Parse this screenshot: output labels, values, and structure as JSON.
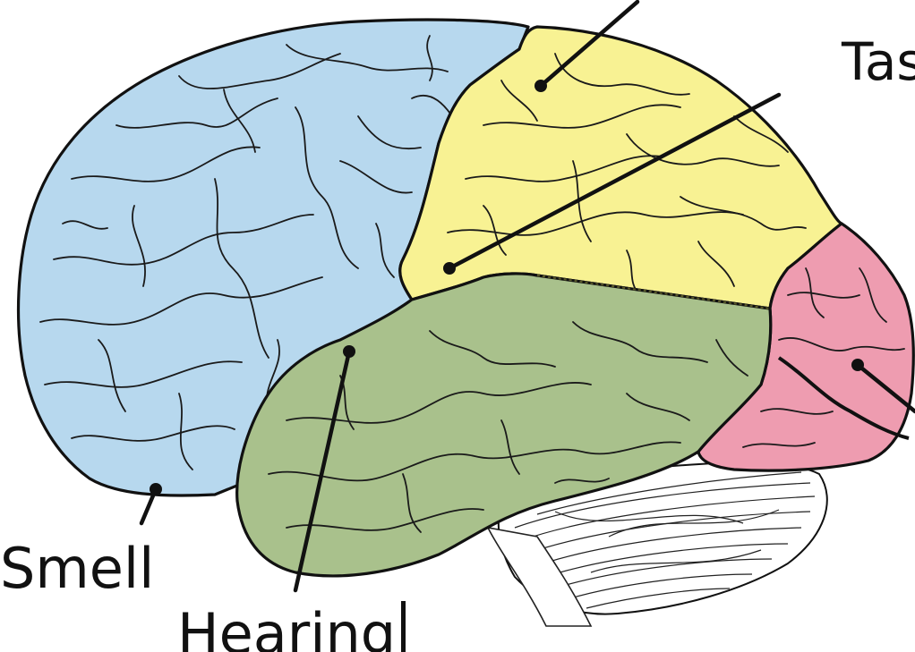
{
  "labels": {
    "smell": "Smell",
    "hearing": "Hearing",
    "taste": "Tas"
  },
  "colors": {
    "frontal_lobe": "#b7d8ee",
    "parietal_lobe": "#f8f293",
    "temporal_lobe": "#a9c18c",
    "occipital_lobe": "#ee9cb0",
    "cerebellum": "#ffffff",
    "outline": "#111111"
  }
}
